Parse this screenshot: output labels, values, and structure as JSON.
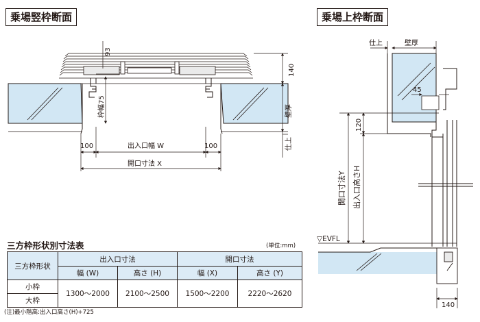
{
  "section_left": {
    "title": "乗場竪枠断面"
  },
  "section_right": {
    "title": "乗場上枠断面"
  },
  "left_dims": {
    "d93": "93",
    "d140": "140",
    "frame_width": "枠幅75",
    "wall_thickness": "壁厚",
    "finish": "仕上",
    "side_left": "100",
    "side_right": "100",
    "opening_width": "出入口幅 W",
    "frame_opening": "開口寸法 X"
  },
  "right_dims": {
    "finish": "仕上",
    "wall_thickness": "壁厚",
    "d45": "45",
    "d120": "120",
    "frame_opening": "開口寸法Y",
    "opening_height": "出入口高さH",
    "floor": "▽EVFL",
    "d140": "140"
  },
  "table": {
    "title": "三方枠形状別寸法表",
    "unit": "(単位:mm)",
    "col_shape": "三方枠形状",
    "group_entry": "出入口寸法",
    "group_opening": "開口寸法",
    "sub_w": "幅 (W)",
    "sub_h": "高さ (H)",
    "sub_x": "幅 (X)",
    "sub_y": "高さ (Y)",
    "rows": [
      {
        "label": "小枠"
      },
      {
        "label": "大枠"
      }
    ],
    "w_range": "1300〜2000",
    "h_range": "2100〜2500",
    "x_range": "1500〜2200",
    "y_range": "2220〜2620"
  },
  "note": "(注)最小階高:出入口高さ(H)+725",
  "colors": {
    "glass": "#d2e7f4",
    "header": "#dcebf6",
    "line": "#231815"
  }
}
